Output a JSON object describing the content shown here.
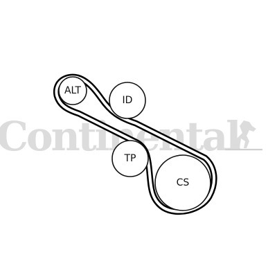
{
  "watermark": {
    "brand": "Continental",
    "logo_icon": "rearing-horse-icon",
    "color": "#dcdcdc"
  },
  "pulleys": [
    {
      "id": "alt",
      "label": "ALT"
    },
    {
      "id": "id",
      "label": "ID"
    },
    {
      "id": "tp",
      "label": "TP"
    },
    {
      "id": "cs",
      "label": "CS"
    }
  ],
  "belt": {
    "color": "#000000",
    "inner_color": "#ffffff"
  }
}
